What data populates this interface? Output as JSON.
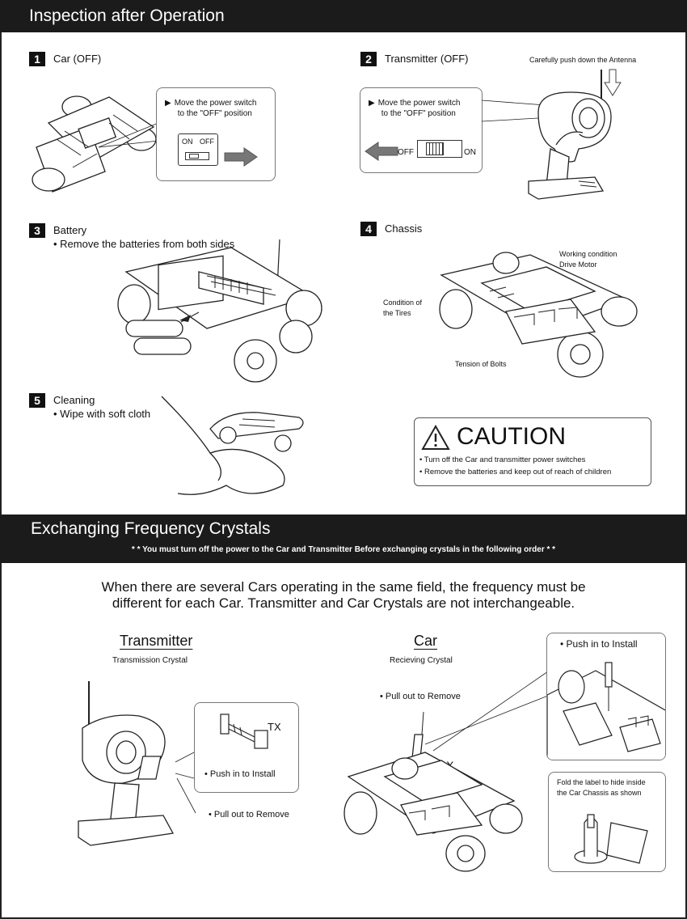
{
  "section1": {
    "title": "Inspection after Operation",
    "step1": {
      "num": "1",
      "title": "Car (OFF)",
      "callout_line1": "Move the power switch",
      "callout_line2": "to the \"OFF\" position",
      "switch_on": "ON",
      "switch_off": "OFF"
    },
    "step2": {
      "num": "2",
      "title": "Transmitter (OFF)",
      "antenna_note": "Carefully push down the Antenna",
      "callout_line1": "Move the power switch",
      "callout_line2": "to the \"OFF\" position",
      "switch_off": "OFF",
      "switch_on": "ON"
    },
    "step3": {
      "num": "3",
      "title": "Battery",
      "detail": "• Remove the batteries from both sides"
    },
    "step4": {
      "num": "4",
      "title": "Chassis",
      "label_motor_1": "Working condition",
      "label_motor_2": "Drive Motor",
      "label_tires_1": "Condition of",
      "label_tires_2": "the Tires",
      "label_bolts": "Tension of Bolts"
    },
    "step5": {
      "num": "5",
      "title": "Cleaning",
      "detail": "• Wipe with soft cloth"
    },
    "caution": {
      "title": "CAUTION",
      "items": [
        "• Turn off the Car and transmitter power switches",
        "• Remove the batteries and keep out of reach of children"
      ]
    }
  },
  "section2": {
    "title": "Exchanging Frequency Crystals",
    "note": "* * You must turn off the power to the Car and Transmitter Before exchanging crystals in the following order  * *",
    "intro_line1": "When there are several Cars operating in the same field, the frequency must be",
    "intro_line2": "different for each Car. Transmitter and Car Crystals are not interchangeable.",
    "transmitter": {
      "heading": "Transmitter",
      "caption": "Transmission Crystal",
      "tx": "TX",
      "push": "• Push in to Install",
      "pull": "• Pull out to Remove"
    },
    "car": {
      "heading": "Car",
      "caption": "Recieving Crystal",
      "pull": "• Pull out to Remove",
      "rx": "RX",
      "push": "• Push in to Install",
      "fold_1": "Fold the label to hide inside",
      "fold_2": "the Car Chassis as shown"
    }
  }
}
